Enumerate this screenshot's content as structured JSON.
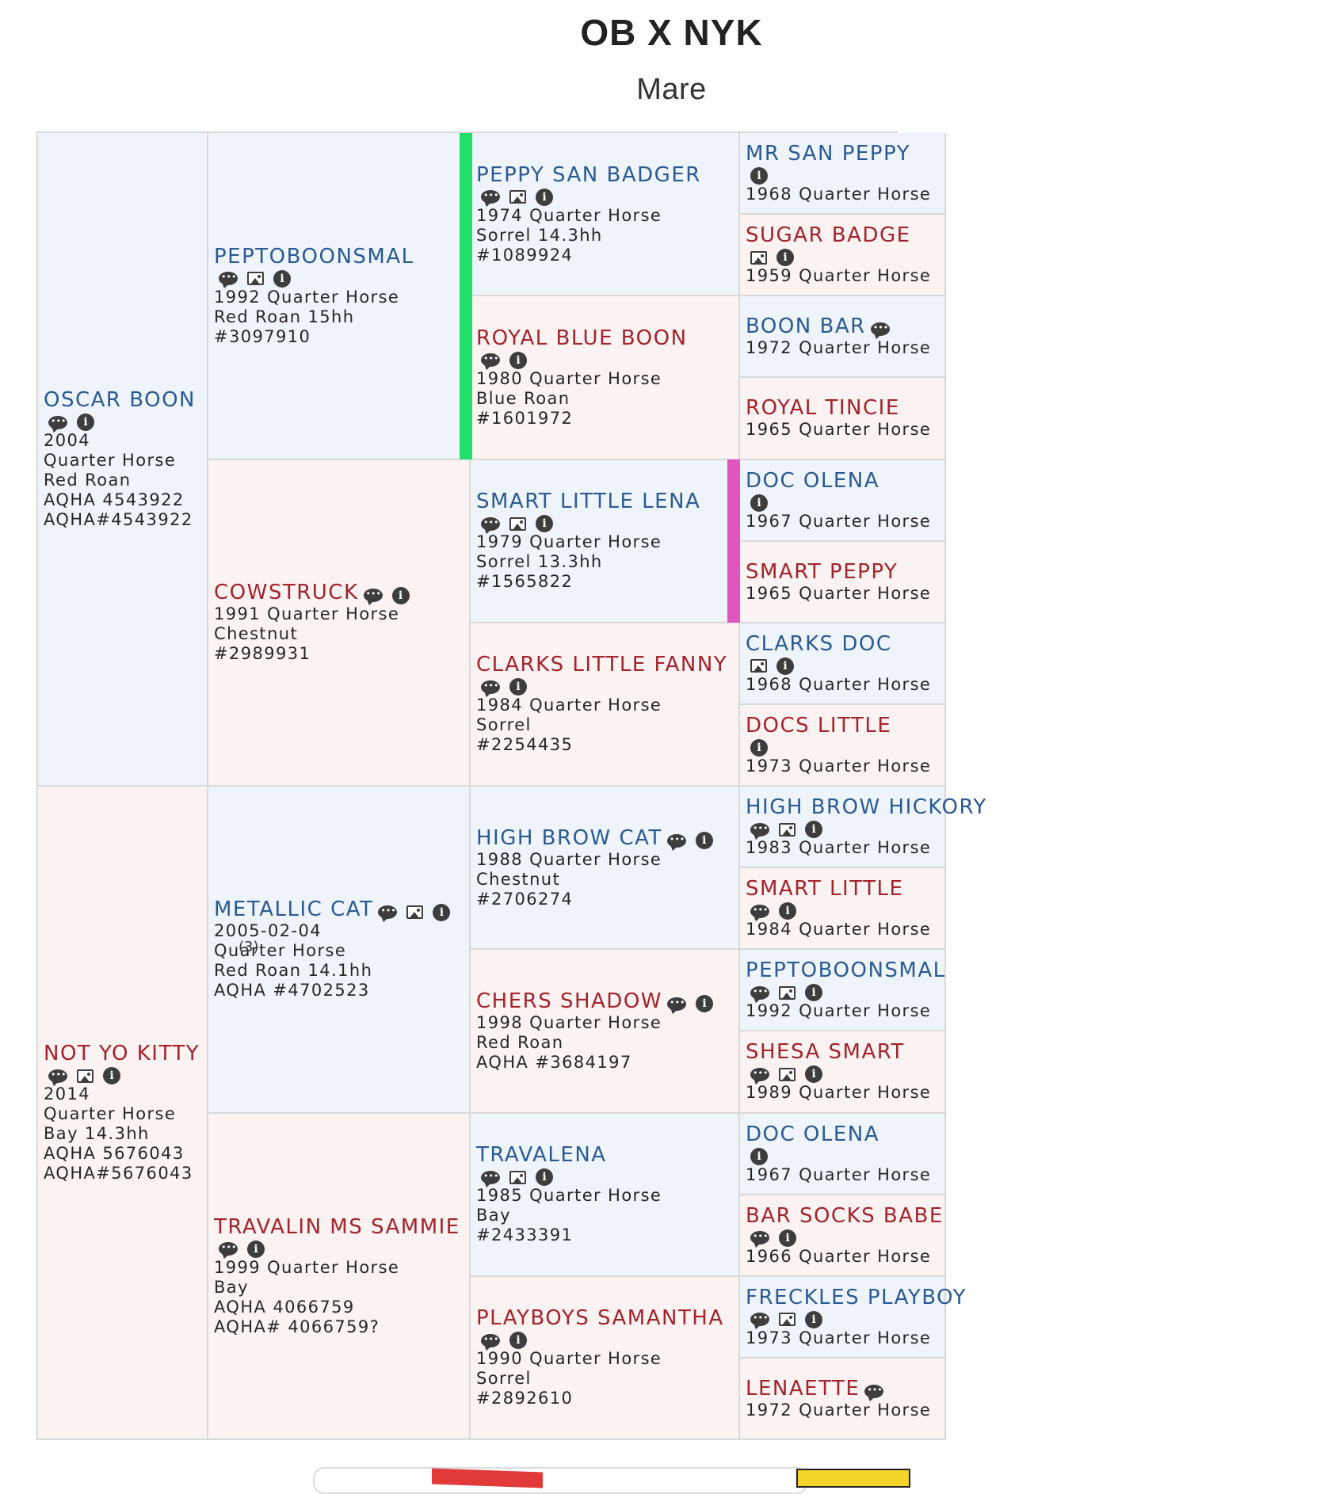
{
  "header": {
    "title": "OB X NYK",
    "subtitle": "Mare"
  },
  "tree": {
    "col1": [
      {
        "name": "OSCAR BOON",
        "side": "sire",
        "icons": [
          "comment",
          "info"
        ],
        "lines": [
          "2004",
          "Quarter Horse",
          "Red Roan",
          "AQHA 4543922",
          "AQHA#4543922"
        ]
      },
      {
        "name": "NOT YO KITTY",
        "side": "dam",
        "icons": [
          "comment",
          "image",
          "info"
        ],
        "lines": [
          "2014",
          "Quarter Horse",
          "Bay 14.3hh",
          "AQHA 5676043",
          "AQHA#5676043"
        ]
      }
    ],
    "col2": [
      {
        "name": "PEPTOBOONSMAL",
        "side": "sire",
        "icons": [
          "comment",
          "image",
          "info"
        ],
        "lines": [
          "1992 Quarter Horse",
          "Red Roan 15hh",
          "#3097910"
        ]
      },
      {
        "name": "COWSTRUCK",
        "side": "dam",
        "icons": [
          "comment",
          "info"
        ],
        "lines": [
          "1991 Quarter Horse",
          "Chestnut",
          "#2989931"
        ]
      },
      {
        "name": "METALLIC CAT",
        "side": "sire",
        "icons": [
          "comment",
          "image",
          "info"
        ],
        "photo_count": "(3)",
        "lines": [
          "2005-02-04",
          "Quarter Horse",
          "Red Roan 14.1hh",
          "AQHA #4702523"
        ]
      },
      {
        "name": "TRAVALIN MS SAMMIE",
        "side": "dam",
        "icons": [
          "comment",
          "info"
        ],
        "lines": [
          "1999 Quarter Horse",
          "Bay",
          "AQHA 4066759",
          "AQHA# 4066759?"
        ]
      }
    ],
    "col3": [
      {
        "name": "PEPPY SAN BADGER",
        "side": "sire",
        "icons": [
          "comment",
          "image",
          "info"
        ],
        "lines": [
          "1974 Quarter Horse",
          "Sorrel 14.3hh",
          "#1089924"
        ]
      },
      {
        "name": "ROYAL BLUE BOON",
        "side": "dam",
        "icons": [
          "comment",
          "info"
        ],
        "lines": [
          "1980 Quarter Horse",
          "Blue Roan",
          "#1601972"
        ]
      },
      {
        "name": "SMART LITTLE LENA",
        "side": "sire",
        "icons": [
          "comment",
          "image",
          "info"
        ],
        "lines": [
          "1979 Quarter Horse",
          "Sorrel 13.3hh",
          "#1565822"
        ]
      },
      {
        "name": "CLARKS LITTLE FANNY",
        "side": "dam",
        "icons": [
          "comment",
          "info"
        ],
        "lines": [
          "1984 Quarter Horse",
          "Sorrel",
          "#2254435"
        ]
      },
      {
        "name": "HIGH BROW CAT",
        "side": "sire",
        "icons": [
          "comment",
          "info"
        ],
        "lines": [
          "1988 Quarter Horse",
          "Chestnut",
          "#2706274"
        ]
      },
      {
        "name": "CHERS SHADOW",
        "side": "dam",
        "icons": [
          "comment",
          "info"
        ],
        "lines": [
          "1998 Quarter Horse",
          "Red Roan",
          "AQHA #3684197"
        ]
      },
      {
        "name": "TRAVALENA",
        "side": "sire",
        "icons": [
          "comment",
          "image",
          "info"
        ],
        "lines": [
          "1985 Quarter Horse",
          "Bay",
          "#2433391"
        ]
      },
      {
        "name": "PLAYBOYS SAMANTHA",
        "side": "dam",
        "icons": [
          "comment",
          "info"
        ],
        "lines": [
          "1990 Quarter Horse",
          "Sorrel",
          "#2892610"
        ]
      }
    ],
    "col4": [
      {
        "name": "MR SAN PEPPY",
        "side": "sire",
        "icons": [
          "info"
        ],
        "lines": [
          "1968 Quarter Horse"
        ]
      },
      {
        "name": "SUGAR BADGE",
        "side": "dam",
        "icons": [
          "image",
          "info"
        ],
        "lines": [
          "1959 Quarter Horse"
        ]
      },
      {
        "name": "BOON BAR",
        "side": "sire",
        "icons": [
          "comment"
        ],
        "lines": [
          "1972 Quarter Horse"
        ]
      },
      {
        "name": "ROYAL TINCIE",
        "side": "dam",
        "icons": [],
        "lines": [
          "1965 Quarter Horse"
        ]
      },
      {
        "name": "DOC OLENA",
        "side": "sire",
        "icons": [
          "info"
        ],
        "lines": [
          "1967 Quarter Horse"
        ]
      },
      {
        "name": "SMART PEPPY",
        "side": "dam",
        "icons": [],
        "lines": [
          "1965 Quarter Horse"
        ]
      },
      {
        "name": "CLARKS DOC",
        "side": "sire",
        "icons": [
          "image",
          "info"
        ],
        "lines": [
          "1968 Quarter Horse"
        ]
      },
      {
        "name": "DOCS LITTLE",
        "side": "dam",
        "icons": [
          "info"
        ],
        "lines": [
          "1973 Quarter Horse"
        ]
      },
      {
        "name": "HIGH BROW HICKORY",
        "side": "sire",
        "icons": [
          "comment",
          "image",
          "info"
        ],
        "lines": [
          "1983 Quarter Horse"
        ]
      },
      {
        "name": "SMART LITTLE",
        "side": "dam",
        "icons": [
          "comment",
          "info"
        ],
        "lines": [
          "1984 Quarter Horse"
        ]
      },
      {
        "name": "PEPTOBOONSMAL",
        "side": "sire",
        "icons": [
          "comment",
          "image",
          "info"
        ],
        "lines": [
          "1992 Quarter Horse"
        ]
      },
      {
        "name": "SHESA SMART",
        "side": "dam",
        "icons": [
          "comment",
          "image",
          "info"
        ],
        "lines": [
          "1989 Quarter Horse"
        ]
      },
      {
        "name": "DOC OLENA",
        "side": "sire",
        "icons": [
          "info"
        ],
        "lines": [
          "1967 Quarter Horse"
        ]
      },
      {
        "name": "BAR SOCKS BABE",
        "side": "dam",
        "icons": [
          "comment",
          "info"
        ],
        "lines": [
          "1966 Quarter Horse"
        ]
      },
      {
        "name": "FRECKLES PLAYBOY",
        "side": "sire",
        "icons": [
          "comment",
          "image",
          "info"
        ],
        "lines": [
          "1973 Quarter Horse"
        ]
      },
      {
        "name": "LENAETTE",
        "side": "dam",
        "icons": [
          "comment"
        ],
        "lines": [
          "1972 Quarter Horse"
        ]
      }
    ]
  }
}
